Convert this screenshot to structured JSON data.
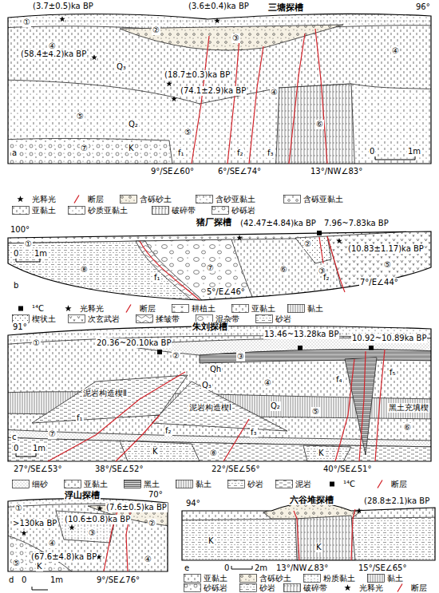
{
  "diagram": {
    "labels": [
      "三塘探槽",
      "96°",
      "(3.7±0.5)ka BP",
      "(3.6±0.4)ka BP",
      "(58.4±4.2)ka BP",
      "(18.7±0.3)ka BP",
      "(74.1±2.9)ka BP",
      "①",
      "②",
      "③",
      "④",
      "④",
      "④",
      "⑤",
      "⑤",
      "⑥",
      "⑦",
      "K",
      "Q₃",
      "Q₂",
      "f₁",
      "f₂",
      "f₃",
      "a",
      "0",
      "1m",
      "9°/SE∠60°",
      "6°/SE∠74°",
      "13°/NW∠83°",
      "猪厂探槽",
      "100°",
      "(42.47±4.84)ka BP",
      "7.96~7.83ka BP",
      "(10.83±1.17)ka BP",
      "①",
      "②",
      "③",
      "⑤",
      "⑥",
      "⑦",
      "⑧",
      "f₁",
      "f₂",
      "b",
      "0",
      "1m",
      "5°/E∠46°",
      "7°/E∠44°",
      "91°",
      "朱刘探槽",
      "13.46~13.28ka BP",
      "10.92~10.89ka BP",
      "20.36~20.10ka BP",
      "①",
      "②",
      "③",
      "Qh",
      "Q₃",
      "④",
      "泥岩构造楔Ⅱ",
      "泥岩构造楔Ⅰ",
      "Q₂",
      "黑土充填楔",
      "⑤",
      "⑥",
      "⑦",
      "⑧",
      "K",
      "K",
      "f₁",
      "f₂",
      "f₃",
      "f₄",
      "f₅",
      "c",
      "0",
      "1m",
      "27°/SE∠53°",
      "38°/SE∠52°",
      "22°/SE∠56°",
      "40°/SE∠51°",
      "浮山探槽",
      "70°",
      "(7.6±0.5)ka BP",
      "(10.6±0.8)ka BP",
      "(67.6±4.8)ka BP",
      ">130ka BP",
      "①",
      "②",
      "③",
      "④",
      "④",
      "⑤",
      "K",
      "d",
      "0",
      "1m",
      "9°/SE∠76°",
      "六谷堆探槽",
      "94°",
      "(28.8±2.1)ka BP",
      "K",
      "K",
      "e",
      "0",
      "2m",
      "13°/NW∠83°",
      "15°/SE∠65°"
    ],
    "legend": [
      {
        "text": "光释光"
      },
      {
        "text": "断层"
      },
      {
        "text": "含砾砂土"
      },
      {
        "text": "含砂亚黏土"
      },
      {
        "text": "含砾亚黏土"
      },
      {
        "text": "亚黏土"
      },
      {
        "text": "砂质亚黏土"
      },
      {
        "text": "破碎带"
      },
      {
        "text": "砂砾岩"
      },
      {
        "text": "¹⁴C"
      },
      {
        "text": "光释光"
      },
      {
        "text": "断层"
      },
      {
        "text": "耕植土"
      },
      {
        "text": "亚黏土"
      },
      {
        "text": "黏土"
      },
      {
        "text": "楔状土"
      },
      {
        "text": "次玄武岩"
      },
      {
        "text": "揉皱带"
      },
      {
        "text": "混杂带"
      },
      {
        "text": "砂岩"
      },
      {
        "text": "细砂"
      },
      {
        "text": "亚黏土"
      },
      {
        "text": "黑土"
      },
      {
        "text": "黏土"
      },
      {
        "text": "砂岩"
      },
      {
        "text": "泥岩"
      },
      {
        "text": "¹⁴C"
      },
      {
        "text": "断层"
      },
      {
        "text": "亚黏土"
      },
      {
        "text": "含砾砂土"
      },
      {
        "text": "粉质黏土"
      },
      {
        "text": "黏土"
      },
      {
        "text": "砂砾岩"
      },
      {
        "text": "砂岩"
      },
      {
        "text": "破碎带"
      },
      {
        "text": "光释光"
      },
      {
        "text": "断层"
      }
    ]
  }
}
